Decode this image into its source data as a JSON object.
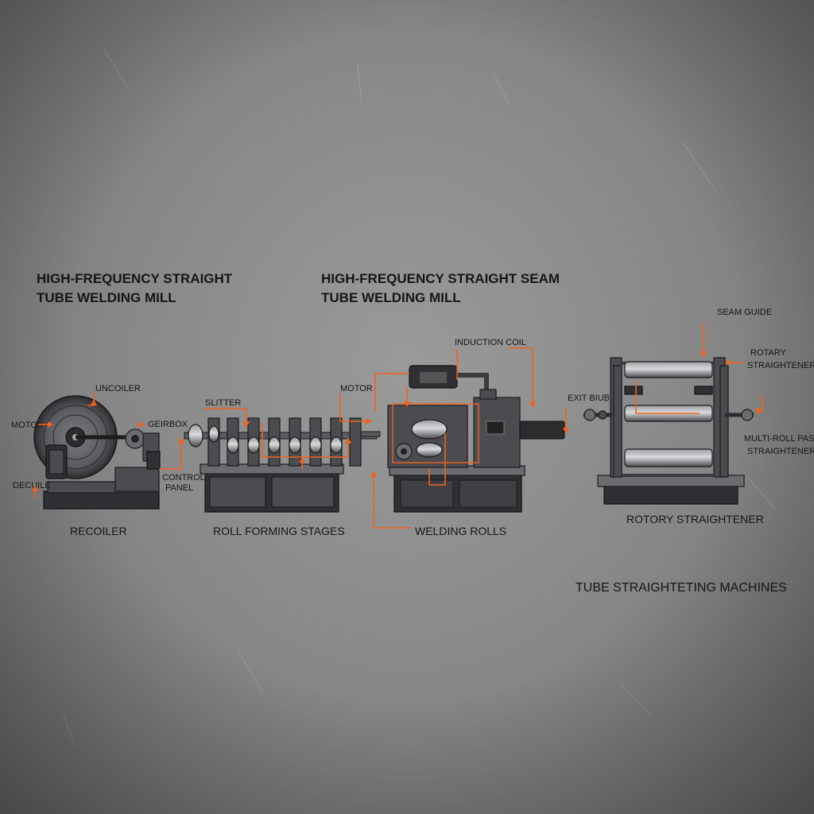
{
  "titles": {
    "left_line1": "HIGH-FREQUENCY STRAIGHT",
    "left_line2": "TUBE WELDING MILL",
    "center_line1": "HIGH-FREQUENCY STRAIGHT SEAM",
    "center_line2": "TUBE WELDING MILL"
  },
  "labels": {
    "motor_left": "MOTOR",
    "uncoiler": "UNCOILER",
    "gearbox": "GEIRBOX",
    "decoiler": "DECUILE",
    "control_panel_1": "CONTROL",
    "control_panel_2": "PANEL",
    "recoiler": "RECOILER",
    "slitter": "SLITTER",
    "motor_center": "MOTOR",
    "roll_forming": "ROLL FORMING STAGES",
    "induction_coil": "INDUCTION COIL",
    "welding_rolls": "WELDING ROLLS",
    "exit_guide": "EXIT BIUB",
    "seam_guide": "SEAM GUIDE",
    "rotary_straightener_1": "ROTARY",
    "rotary_straightener_2": "STRAIGHTENER",
    "multi_roll_1": "MULTI-ROLL PASS",
    "multi_roll_2": "STRAIGHTENER",
    "rotary_straightener_bottom": "ROTORY STRAIGHTENER",
    "tube_straightening": "TUBE STRAIGHTETING MACHINES"
  },
  "colors": {
    "accent": "#f0621e",
    "background": "#8c8c8c",
    "machine": "#4a4c50"
  }
}
